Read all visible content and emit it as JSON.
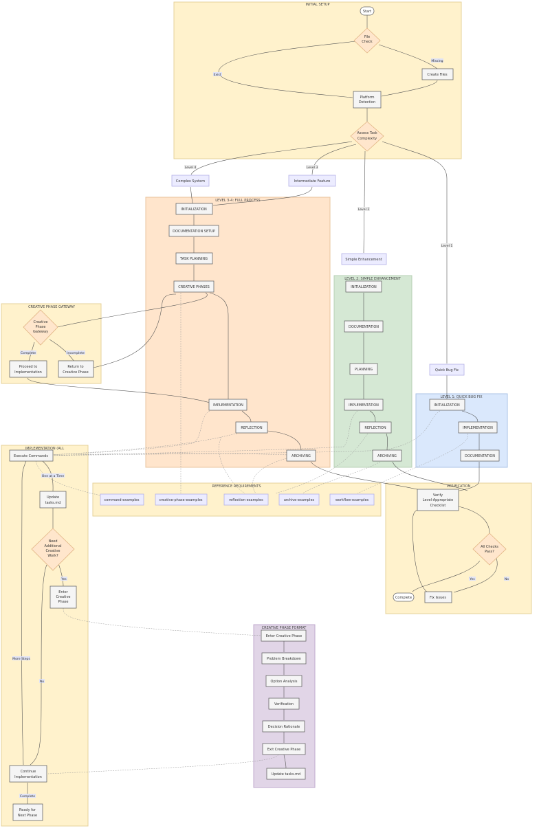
{
  "clusters": {
    "initial_setup": "INITIAL SETUP",
    "level34": "LEVEL 3-4: FULL PROCESS",
    "level2": "LEVEL 2: SIMPLE ENHANCEMENT",
    "level1": "LEVEL 1: QUICK BUG FIX",
    "creative_gateway": "CREATIVE PHASE GATEWAY",
    "implementation": "IMPLEMENTATION (ALL",
    "reference": "REFERENCE REQUIREMENTS",
    "verification": "VERIFICATION",
    "creative_format": "CREATIVE PHASE FORMAT"
  },
  "nodes": {
    "start": "Start",
    "file_check": [
      "File",
      "Check"
    ],
    "create_files": "Create Files",
    "platform_detection": [
      "Platform",
      "Detection"
    ],
    "assess": [
      "Assess Task",
      "Complexity"
    ],
    "complex_system": "Complex System",
    "intermediate_feature": "Intermediate Feature",
    "simple_enhancement": "Simple Enhancement",
    "quick_bug_fix": "Quick Bug Fix",
    "l34_init": "INITIALIZATION",
    "l34_docsetup": "DOCUMENTATION SETUP",
    "l34_taskplan": "TASK PLANNING",
    "l34_creative": "CREATIVE PHASES",
    "l34_impl": "IMPLEMENTATION",
    "l34_reflect": "REFLECTION",
    "l34_archive": "ARCHIVING",
    "l2_init": "INITIALIZATION",
    "l2_doc": "DOCUMENTATION",
    "l2_plan": "PLANNING",
    "l2_impl": "IMPLEMENTATION",
    "l2_reflect": "REFLECTION",
    "l2_archive": "ARCHIVING",
    "l1_init": "INITIALIZATION",
    "l1_impl": "IMPLEMENTATION",
    "l1_doc": "DOCUMENTATION",
    "gateway": [
      "Creative",
      "Phase",
      "Gateway"
    ],
    "proceed": [
      "Proceed to",
      "Implementation"
    ],
    "return": [
      "Return to",
      "Creative Phase"
    ],
    "execute": "Execute Commands",
    "update_tasks": [
      "Update",
      "tasks.md"
    ],
    "need_creative": [
      "Need",
      "Additional",
      "Creative",
      "Work?"
    ],
    "enter_creative": [
      "Enter",
      "Creative",
      "Phase"
    ],
    "continue_impl": [
      "Continue",
      "Implementation"
    ],
    "ready_next": [
      "Ready for",
      "Next Phase"
    ],
    "ref_command": "command-examples",
    "ref_creative": "creative-phase-examples",
    "ref_reflection": "reflection-examples",
    "ref_archive": "archive-examples",
    "ref_workflow": "workflow-examples",
    "verify": [
      "Verify",
      "Level-Appropriate",
      "Checklist"
    ],
    "all_checks": [
      "All Checks",
      "Pass?"
    ],
    "complete": "Complete",
    "fix_issues": "Fix Issues",
    "cf_enter": "Enter Creative Phase",
    "cf_problem": "Problem Breakdown",
    "cf_option": "Option Analysis",
    "cf_verification": "Verification",
    "cf_decision": "Decision Rationale",
    "cf_exit": "Exit Creative Phase",
    "cf_update": "Update tasks.md"
  },
  "edge_labels": {
    "exist": "Exist",
    "missing": "Missing",
    "level4": "Level 4",
    "level3": "Level 3",
    "level2": "Level 2",
    "level1": "Level 1",
    "complete": "Complete",
    "incomplete": "Incomplete",
    "one_at_a_time": "One at a Time",
    "yes": "Yes",
    "no": "No",
    "more_steps": "More Steps",
    "complete2": "Complete",
    "yes_v": "Yes",
    "no_v": "No"
  }
}
